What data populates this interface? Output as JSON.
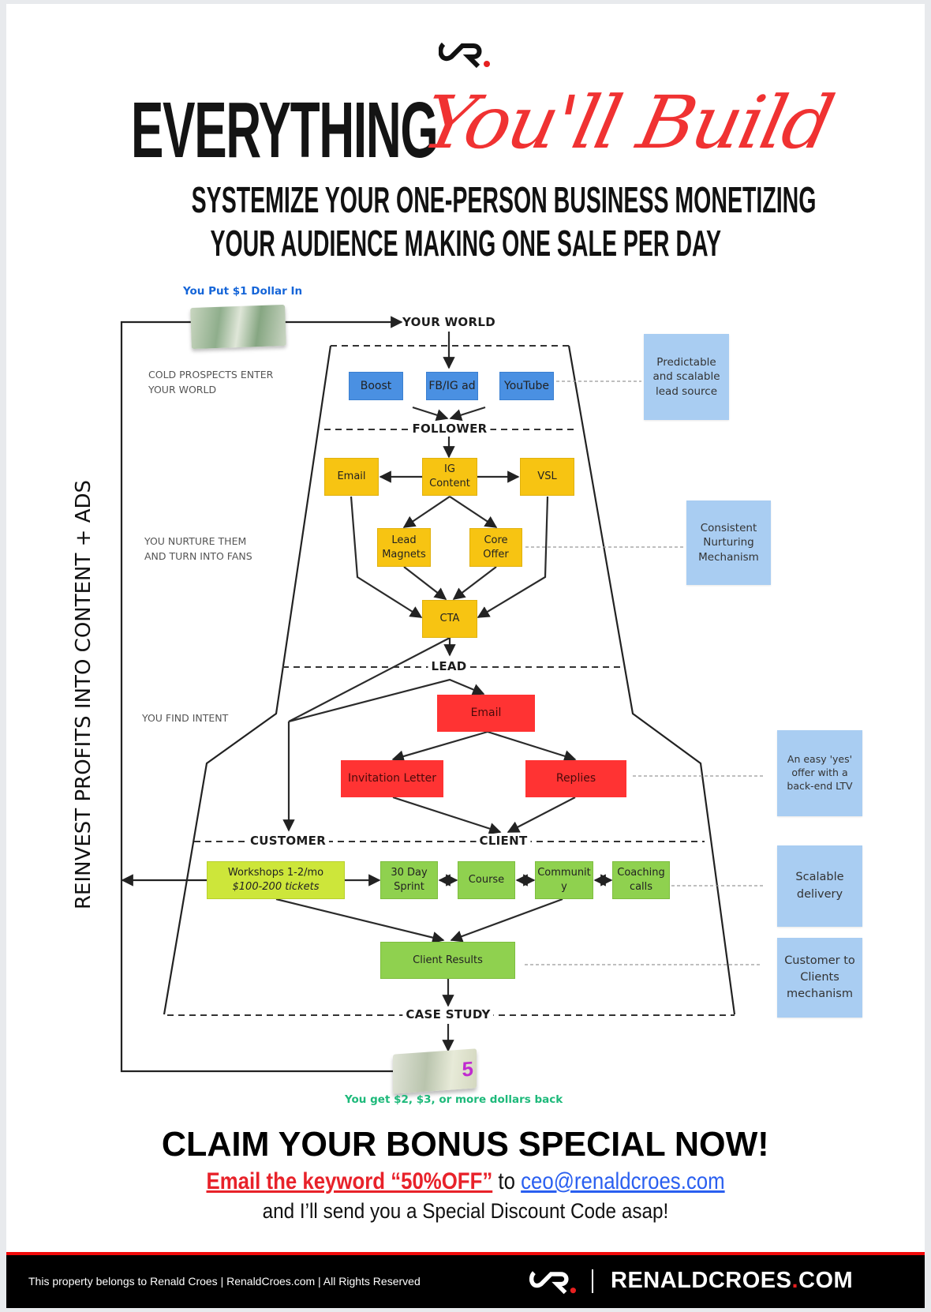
{
  "header": {
    "logo_text": "CR.",
    "title_bold": "EVERYTHING",
    "title_script": "You'll Build",
    "subtitle_line1": "SYSTEMIZE YOUR ONE-PERSON BUSINESS MONETIZING",
    "subtitle_line2": "YOUR AUDIENCE MAKING ONE SALE PER DAY"
  },
  "diagram": {
    "money_in": "You Put $1 Dollar In",
    "money_out": "You get $2, $3, or more dollars back",
    "vertical_label": "REINVEST PROFITS INTO CONTENT + ADS",
    "side_labels": {
      "cold_1": "COLD PROSPECTS ENTER",
      "cold_2": "YOUR WORLD",
      "nurture_1": "YOU NURTURE THEM",
      "nurture_2": "AND TURN INTO FANS",
      "intent": "YOU FIND INTENT"
    },
    "stages": {
      "your_world": "YOUR WORLD",
      "follower": "FOLLOWER",
      "lead": "LEAD",
      "customer": "CUSTOMER",
      "client": "CLIENT",
      "case_study": "CASE STUDY"
    },
    "boxes": {
      "boost": "Boost",
      "fbig": "FB/IG ad",
      "youtube": "YouTube",
      "email_y": "Email",
      "ig_content_1": "IG",
      "ig_content_2": "Content",
      "vsl": "VSL",
      "lead_magnets_1": "Lead",
      "lead_magnets_2": "Magnets",
      "core_offer_1": "Core",
      "core_offer_2": "Offer",
      "cta": "CTA",
      "email_r": "Email",
      "invitation": "Invitation Letter",
      "replies": "Replies",
      "workshops_1": "Workshops 1-2/mo",
      "workshops_2": "$100-200 tickets",
      "sprint_1": "30 Day",
      "sprint_2": "Sprint",
      "course": "Course",
      "community_1": "Communit",
      "community_2": "y",
      "coaching_1": "Coaching",
      "coaching_2": "calls",
      "client_results": "Client Results"
    },
    "notes": {
      "n1_1": "Predictable",
      "n1_2": "and scalable",
      "n1_3": "lead source",
      "n2_1": "Consistent",
      "n2_2": "Nurturing",
      "n2_3": "Mechanism",
      "n3_1": "An easy 'yes'",
      "n3_2": "offer with a",
      "n3_3": "back-end LTV",
      "n4_1": "Scalable",
      "n4_2": "delivery",
      "n5_1": "Customer to",
      "n5_2": "Clients",
      "n5_3": "mechanism"
    }
  },
  "cta": {
    "heading": "CLAIM YOUR BONUS SPECIAL NOW!",
    "email_keyword": "Email the keyword “50%OFF”",
    "to": "to",
    "email": "ceo@renaldcroes.com",
    "line2": "and I’ll send you a Special Discount Code asap!"
  },
  "footer": {
    "copyright": "This property belongs to Renald Croes | RenaldCroes.com | All Rights Reserved",
    "brand_main": "RENALDCROES",
    "brand_dot": ".",
    "brand_tld": "COM"
  },
  "colors": {
    "accent_red": "#f03232",
    "blue_box": "#4a90e2",
    "yellow_box": "#f7c412",
    "red_box": "#ff3333",
    "green_box": "#8fd14f",
    "note": "#a9cdf2"
  }
}
